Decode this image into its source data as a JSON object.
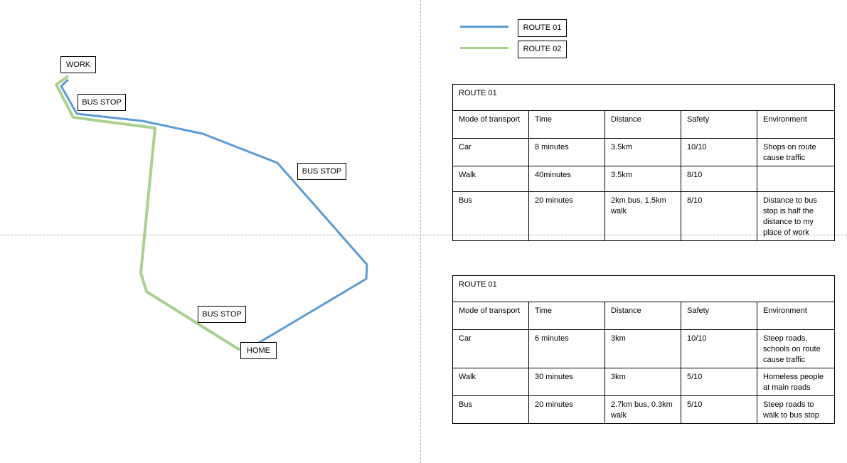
{
  "colors": {
    "route_01": "#5b9bd5",
    "route_02": "#a9d18e"
  },
  "map_labels": {
    "work": "WORK",
    "bus_stop_top": "BUS STOP",
    "bus_stop_right": "BUS STOP",
    "bus_stop_bottom": "BUS STOP",
    "home": "HOME"
  },
  "legend": [
    {
      "name": "ROUTE 01",
      "color": "route_01"
    },
    {
      "name": "ROUTE 02",
      "color": "route_02"
    }
  ],
  "tables": [
    {
      "title": "ROUTE 01",
      "headers": [
        "Mode of transport",
        "Time",
        "Distance",
        "Safety",
        "Environment"
      ],
      "rows": [
        [
          "Car",
          "8 minutes",
          "3.5km",
          "10/10",
          "Shops on route cause traffic"
        ],
        [
          "Walk",
          "40minutes",
          "3.5km",
          "8/10",
          ""
        ],
        [
          "Bus",
          "20 minutes",
          "2km bus, 1.5km walk",
          "8/10",
          "Distance to bus stop is half the distance to my place of work"
        ]
      ]
    },
    {
      "title": "ROUTE 01",
      "headers": [
        "Mode of transport",
        "Time",
        "Distance",
        "Safety",
        "Environment"
      ],
      "rows": [
        [
          "Car",
          "6 minutes",
          "3km",
          "10/10",
          "Steep roads, schools on route cause traffic"
        ],
        [
          "Walk",
          "30 minutes",
          "3km",
          "5/10",
          "Homeless people at main roads"
        ],
        [
          "Bus",
          "20 minutes",
          "2.7km bus, 0.3km walk",
          "5/10",
          "Steep roads to walk to bus stop"
        ]
      ]
    }
  ]
}
